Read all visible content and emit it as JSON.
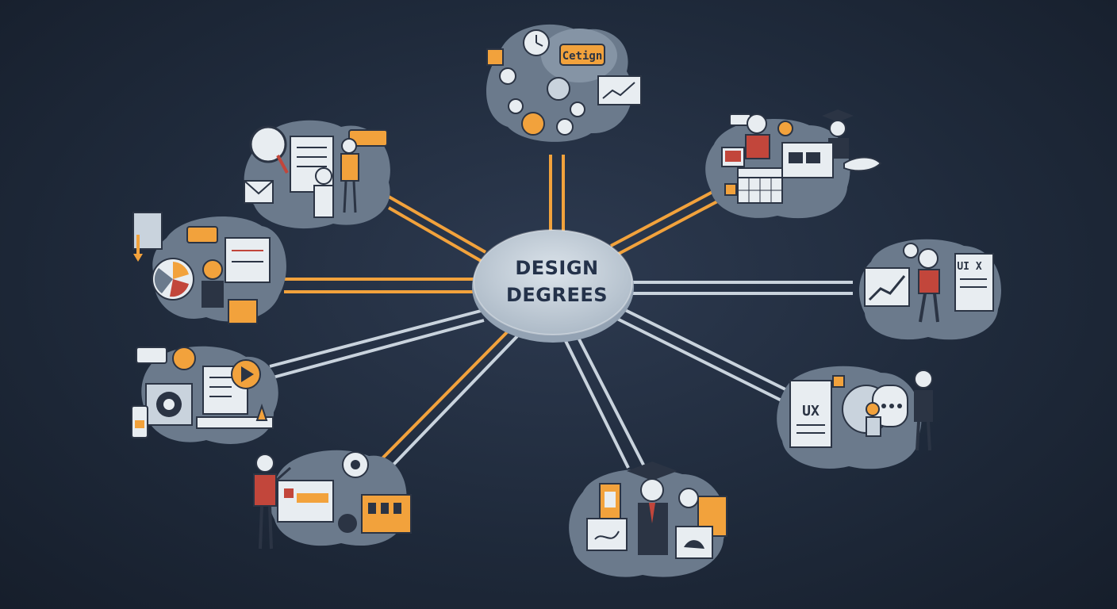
{
  "hub": {
    "line1": "DESIGN",
    "line2": "DEGREES"
  },
  "labels": {
    "design_tag": "Cetign",
    "ux_top": "UI X",
    "ux_mid": "UX"
  },
  "colors": {
    "background": "#1f2a3b",
    "orange": "#f2a23c",
    "silver": "#c9d3dd",
    "cloud": "#6b7a8c",
    "hub": "#c3ced8",
    "accent_red": "#c2463b"
  }
}
